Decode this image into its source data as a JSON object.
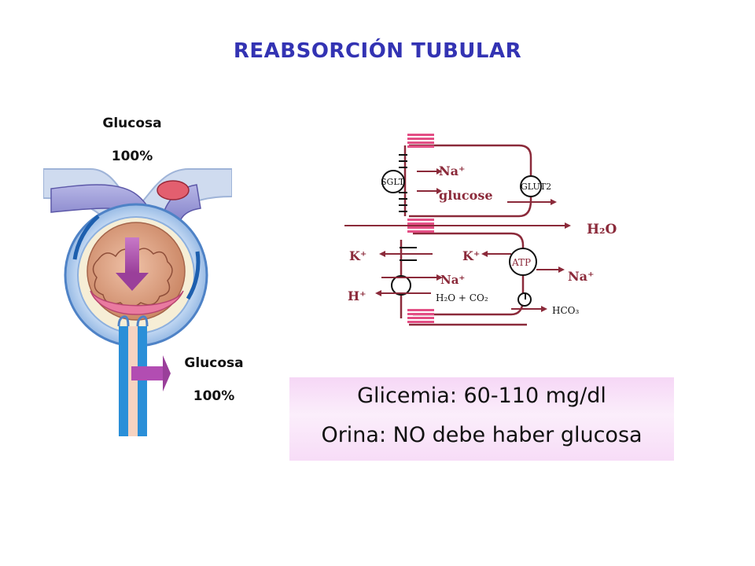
{
  "title": "REABSORCIÓN TUBULAR",
  "nephron": {
    "top_label": "Glucosa",
    "top_percent": "100%",
    "bottom_label": "Glucosa",
    "bottom_percent": "100%"
  },
  "transport": {
    "sglt": "SGLT",
    "na_top": "Na⁺",
    "glucose": "glucose",
    "glut2": "GLUT2",
    "h2o": "H₂O",
    "k_left": "K⁺",
    "k_mid": "K⁺",
    "atp": "ATP",
    "na_mid": "Na⁺",
    "na_right": "Na⁺",
    "h_left": "H⁺",
    "h2o_co2": "H₂O + CO₂",
    "hco3": "HCO₃"
  },
  "info": {
    "line1": "Glicemia: 60-110 mg/dl",
    "line2": "Orina: NO debe haber glucosa"
  },
  "colors": {
    "title": "#3333b3",
    "diagram_line": "#8b2a3a",
    "arrow": "#b24db2",
    "tubule_blue": "#2a8fd8",
    "infobox": "#f6d7f6"
  }
}
